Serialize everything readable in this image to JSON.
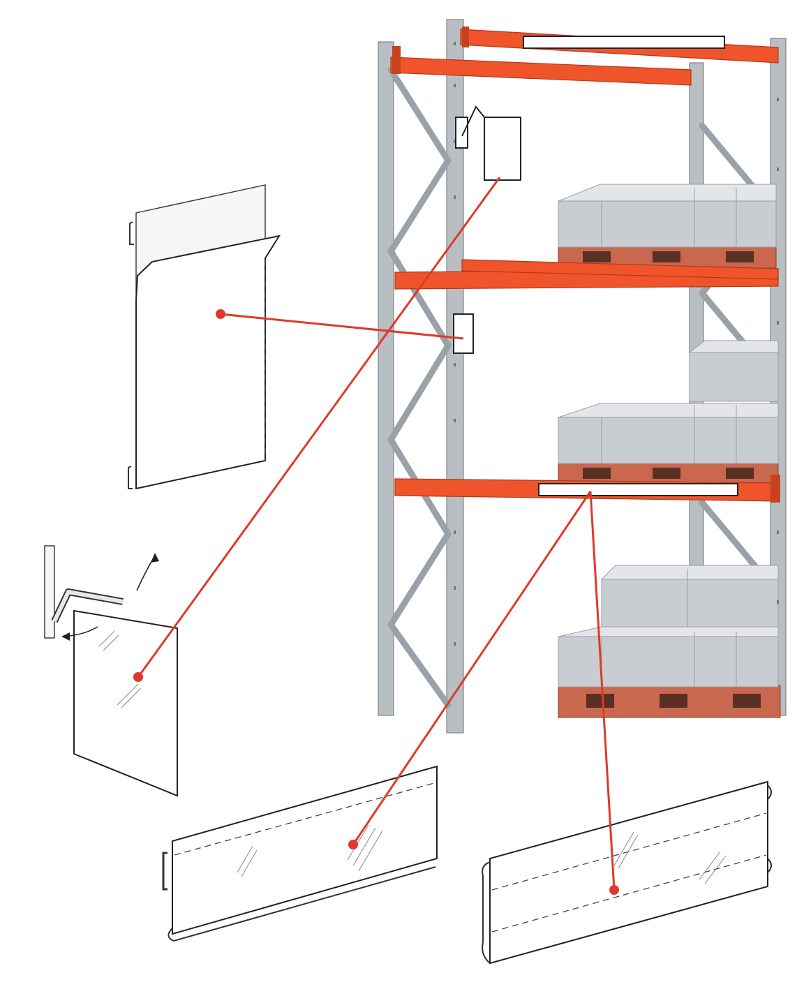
{
  "colors": {
    "callout": "#e0392b",
    "beam": "#f0542b",
    "upright": "#b9bec3",
    "box": "#c9ccd0",
    "pallet": "#c9684f"
  },
  "figure": {
    "rack": {
      "levels": 4,
      "loaded_pallets": 4
    },
    "holders": [
      "pocket-holder",
      "hinged-flip-holder",
      "long-beam-label-holder",
      "double-channel-label-holder"
    ],
    "callouts": 4
  }
}
